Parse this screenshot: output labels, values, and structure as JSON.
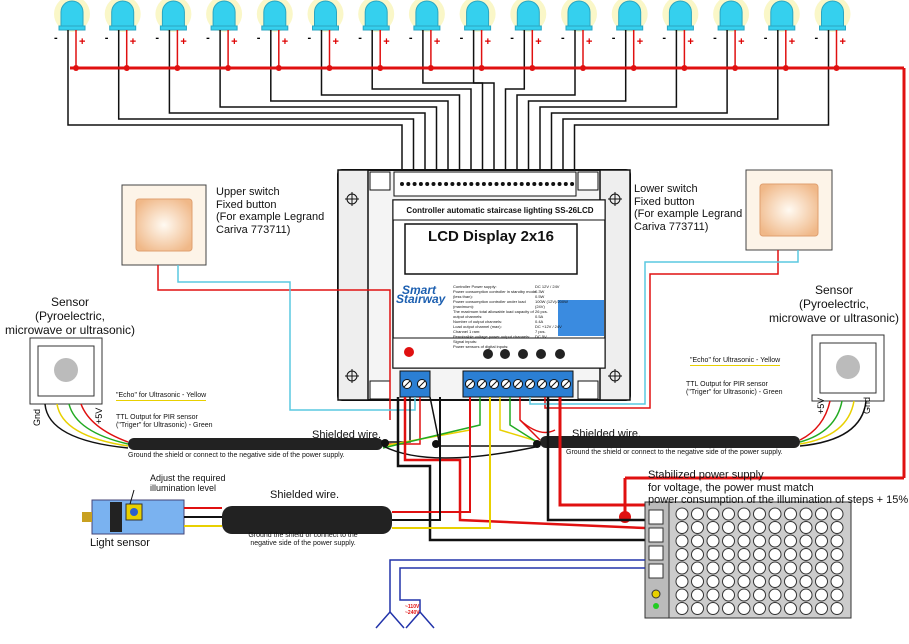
{
  "controller": {
    "title": "Controller automatic staircase lighting SS-26LCD",
    "display": "LCD Display 2x16",
    "brand_line1": "Smart",
    "brand_line2": "Stairway",
    "specs_left": "Controller Power supply:\nPower consumption controller in standby mode (less than):\nPower consumption controller under load (maximum):\nThe maximum total allowable load capacity of output channels:\nNumber of output channels:\nLoad output channel (max):\nChannel 1 ram:\nPermissible voltage power output channels:\nSignal inputs:\nPower sensors of digital inputs:",
    "specs_right": "DC 12V / 24V\n0.3W\n0.5W\n100W (12V)/200W (24V)\n26 pcs.\n0.5A\n0.4A\nDC +12V / 24V\n7 pcs.\nDC 5V"
  },
  "upper_switch": {
    "label": "Upper switch\nFixed button\n(For example Legrand\nCariva 773711)"
  },
  "lower_switch": {
    "label": "Lower switch\nFixed button\n(For example Legrand\nCariva 773711)"
  },
  "left_sensor": {
    "title": "Sensor\n(Pyroelectric,\nmicrowave or ultrasonic)",
    "echo": "\"Echo\" for Ultrasonic - Yellow",
    "ttl": "TTL Output for PIR sensor\n(\"Triger\" for Ultrasonic) - Green",
    "gnd": "Gnd",
    "plus5": "+5V"
  },
  "right_sensor": {
    "title": "Sensor\n(Pyroelectric,\nmicrowave or ultrasonic)",
    "echo": "\"Echo\" for Ultrasonic - Yellow",
    "ttl": "TTL Output for PIR sensor\n(\"Triger\" for Ultrasonic) - Green",
    "gnd": "Gnd",
    "plus5": "+5V"
  },
  "shielded_left": {
    "label": "Shielded wire.",
    "note": "Ground the shield or connect to the negative side of the power supply."
  },
  "shielded_right": {
    "label": "Shielded wire.",
    "note": "Ground the shield or connect to the negative side of the power supply."
  },
  "shielded_bottom": {
    "label": "Shielded wire.",
    "note": "Ground the shield or connect to the\nnegative side of the power supply."
  },
  "light_sensor": {
    "label": "Light sensor",
    "adjust": "Adjust the required\nillumination level"
  },
  "psu": {
    "label": "Stabilized power supply\nfor voltage, the power must match\npower consumption of the illumination of steps + 15%"
  },
  "mains": {
    "label": "~110V\n~240V"
  },
  "led_polarity": {
    "minus": "-",
    "plus": "+"
  },
  "colors": {
    "red": "#e01010",
    "black": "#111111",
    "cyan": "#5ac8e0",
    "blue": "#2233aa",
    "green": "#22aa22",
    "yellow": "#e8d000",
    "led": "#35d0ee"
  }
}
